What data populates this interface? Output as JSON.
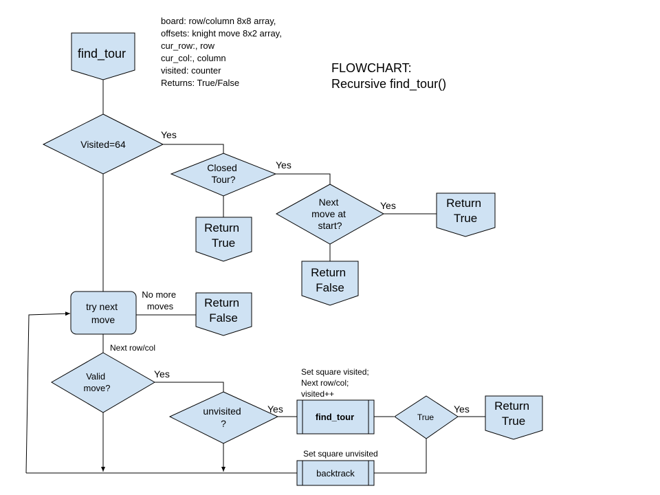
{
  "title": {
    "line1": "FLOWCHART:",
    "line2": "Recursive find_tour()"
  },
  "variables_note": [
    "board: row/column 8x8 array,",
    "offsets: knight move 8x2 array,",
    "cur_row:, row",
    "cur_col:, column",
    "visited: counter",
    "Returns:  True/False"
  ],
  "nodes": {
    "find_tour_start": [
      "find_tour"
    ],
    "visited_64": [
      "Visited=64"
    ],
    "closed_tour": [
      "Closed",
      "Tour?"
    ],
    "return_true_closed": [
      "Return",
      "True"
    ],
    "next_move_at_start": [
      "Next",
      "move at",
      "start?"
    ],
    "return_true_start": [
      "Return",
      "True"
    ],
    "return_false_start": [
      "Return",
      "False"
    ],
    "try_next_move": [
      "try next",
      "move"
    ],
    "return_false_moves": [
      "Return",
      "False"
    ],
    "valid_move": [
      "Valid",
      "move?"
    ],
    "unvisited": [
      "unvisited",
      "?"
    ],
    "find_tour_call": [
      "find_tour"
    ],
    "true_check": [
      "True"
    ],
    "return_true_end": [
      "Return",
      "True"
    ],
    "backtrack": [
      "backtrack"
    ]
  },
  "edge_labels": {
    "yes_visited": "Yes",
    "yes_closed": "Yes",
    "yes_next_move": "Yes",
    "no_more_moves": [
      "No more",
      "moves"
    ],
    "next_row_col": "Next row/col",
    "yes_valid": "Yes",
    "yes_unvisited": "Yes",
    "yes_true": "Yes"
  },
  "annotations": {
    "set_visited": [
      "Set square visited;",
      "Next row/col;",
      "visited++"
    ],
    "set_unvisited": "Set square unvisited"
  },
  "colors": {
    "shape_fill": "#cfe2f3",
    "stroke": "#000000",
    "background": "#ffffff"
  }
}
